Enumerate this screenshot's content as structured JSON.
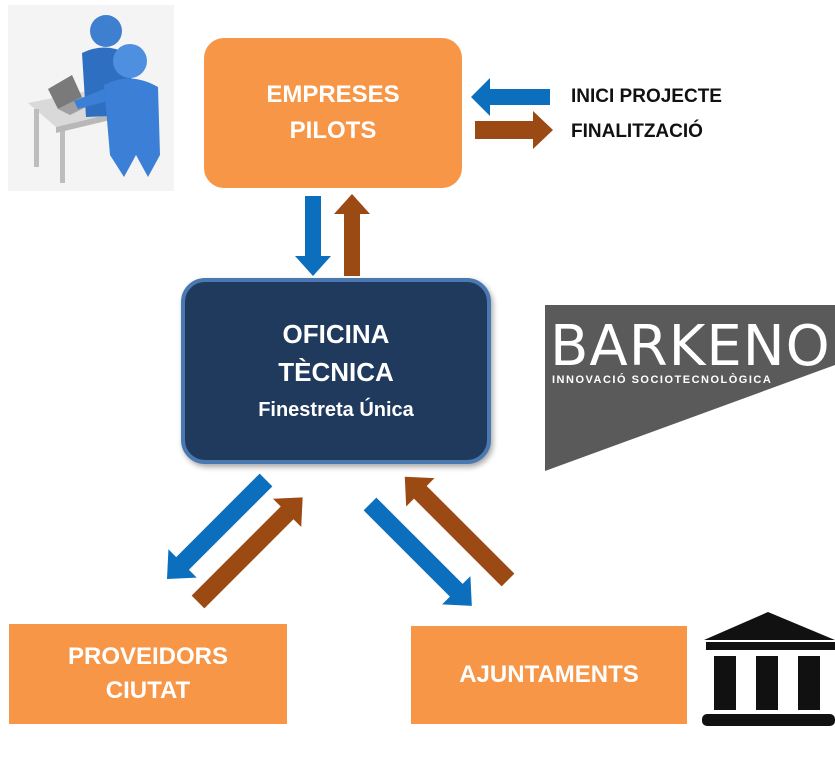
{
  "nodes": {
    "empreses": [
      "EMPRESES",
      "PILOTS"
    ],
    "oficina": {
      "line1": "OFICINA",
      "line2": "TÈCNICA",
      "line3": "Finestreta Única"
    },
    "proveidors": [
      "PROVEIDORS",
      "CIUTAT"
    ],
    "ajuntaments": "AJUNTAMENTS"
  },
  "legend": {
    "inici": "INICI PROJECTE",
    "finalitzacio": "FINALITZACIÓ"
  },
  "logo": {
    "name": "BARKENO",
    "tagline": "INNOVACIÓ SOCIOTECNOLÒGICA"
  },
  "icons": [
    "people-at-desk-icon",
    "bank-building-icon"
  ],
  "colors": {
    "orange": "#f79646",
    "navy": "#1f3a5c",
    "blue_arrow": "#0b6fbd",
    "brown_arrow": "#9c4a13",
    "logo_bg": "#5a5a5a"
  }
}
